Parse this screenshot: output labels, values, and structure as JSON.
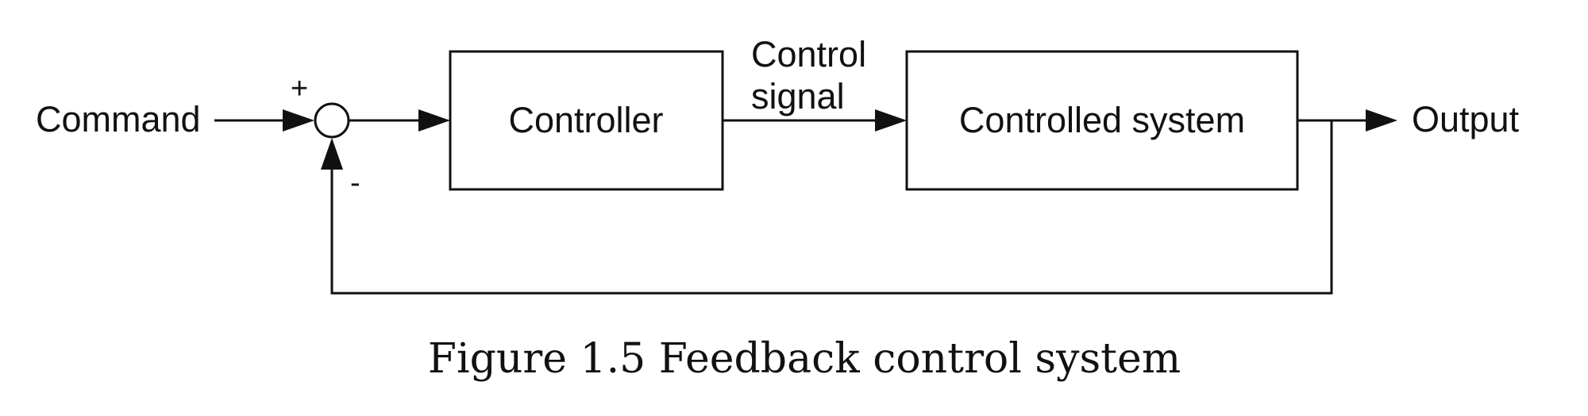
{
  "diagram": {
    "input_label": "Command",
    "summing_junction": {
      "plus_sign": "+",
      "minus_sign": "-"
    },
    "controller_label": "Controller",
    "control_signal_label": {
      "line1": "Control",
      "line2": "signal"
    },
    "controlled_system_label": "Controlled system",
    "output_label": "Output",
    "caption": "Figure 1.5 Feedback control system"
  }
}
